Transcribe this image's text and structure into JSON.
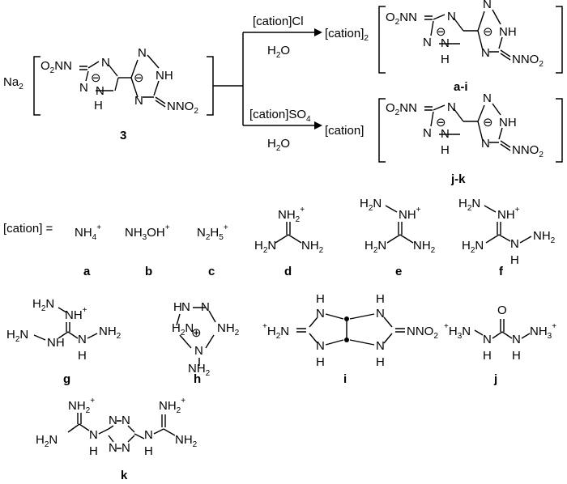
{
  "reaction": {
    "start_counterion": "Na",
    "start_counterion_sub": "2",
    "start_compound_label": "3",
    "reagent_top": "[cation]Cl",
    "reagent_bottom": "[cation]SO",
    "reagent_bottom_sub": "4",
    "solvent": "H",
    "solvent_sub": "2",
    "solvent_tail": "O",
    "product_top_cation": "[cation]",
    "product_top_cation_sub": "2",
    "product_top_label": "a-i",
    "product_bottom_cation": "[cation]",
    "product_bottom_label": "j-k"
  },
  "groups": {
    "nitroimino_left": "O",
    "nitroimino_left_sub": "2",
    "nitroimino_left_tail": "NN",
    "nitroimino_right_head": "NNO",
    "nitroimino_right_sub": "2",
    "ring_n": "N",
    "ring_h": "H",
    "ring_nh": "NH",
    "charge": "⊖"
  },
  "cations_legend": {
    "heading": "[cation] =",
    "a": {
      "label": "a",
      "formula": "NH",
      "sub": "4",
      "charge": "+"
    },
    "b": {
      "label": "b",
      "formula1": "NH",
      "sub": "3",
      "formula2": "OH",
      "charge": "+"
    },
    "c": {
      "label": "c",
      "formula1": "N",
      "sub1": "2",
      "formula2": "H",
      "sub2": "5",
      "charge": "+"
    },
    "d": {
      "label": "d"
    },
    "e": {
      "label": "e"
    },
    "f": {
      "label": "f"
    },
    "g": {
      "label": "g"
    },
    "h": {
      "label": "h"
    },
    "i": {
      "label": "i"
    },
    "j": {
      "label": "j"
    },
    "k": {
      "label": "k"
    }
  },
  "atoms": {
    "NH2": "NH",
    "two": "2",
    "H2N": "H",
    "H2N_tail": "N",
    "NH": "NH",
    "N": "N",
    "H": "H",
    "O": "O",
    "plus": "+",
    "circled_plus": "⊕",
    "H3N": "H",
    "three": "3",
    "NH3": "NH"
  }
}
